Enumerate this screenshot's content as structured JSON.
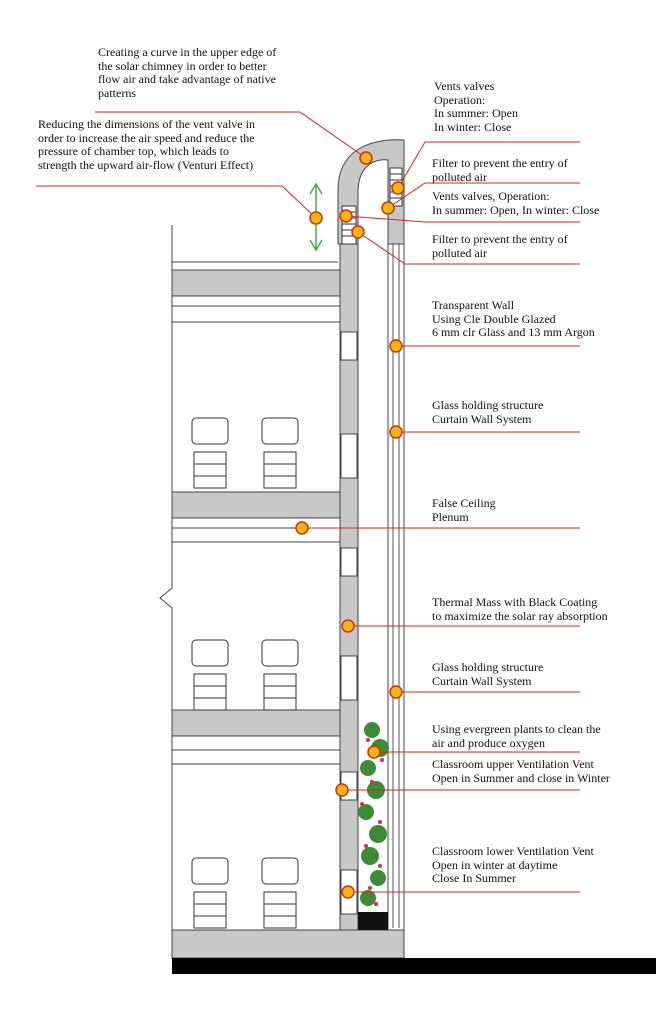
{
  "annotations": {
    "curve": "Creating a curve in the upper edge of\nthe solar chimney in order to better\nflow air and take advantage of native\npatterns",
    "venturi": "Reducing the dimensions of the vent valve in\norder to increase the air speed and reduce the\npressure of chamber top, which leads to\nstrength the upward air-flow (Venturi Effect)",
    "vents_top": "Vents valves\nOperation:\nIn summer: Open\nIn winter: Close",
    "filter_top": "Filter to prevent the entry of\npolluted air",
    "vents_mid": "Vents valves, Operation:\nIn summer: Open, In winter: Close",
    "filter_mid": "Filter to prevent the entry of\npolluted air",
    "transparent_wall": "Transparent Wall\nUsing Cle Double Glazed\n6 mm clr Glass and 13 mm Argon",
    "glass_structure_1": "Glass holding structure\nCurtain Wall System",
    "false_ceiling": "False Ceiling\nPlenum",
    "thermal_mass": "Thermal Mass with Black Coating\nto maximize the solar ray absorption",
    "glass_structure_2": "Glass holding structure\nCurtain Wall System",
    "plants": "Using evergreen plants to clean the\nair and produce oxygen",
    "upper_vent": "Classroom upper Ventilation Vent\nOpen in Summer and close in Winter",
    "lower_vent": "Classroom lower Ventilation Vent\nOpen in winter at daytime\nClose In Summer"
  },
  "colors": {
    "wall": "#c8c8c8",
    "wall_edge": "#444444",
    "leader": "#e02020",
    "marker_fill": "#f7b512",
    "marker_stroke": "#d03010",
    "foliage": "#3e8a36",
    "flowers": "#d2304a",
    "ground": "#000000",
    "arrow": "#3cb043"
  }
}
